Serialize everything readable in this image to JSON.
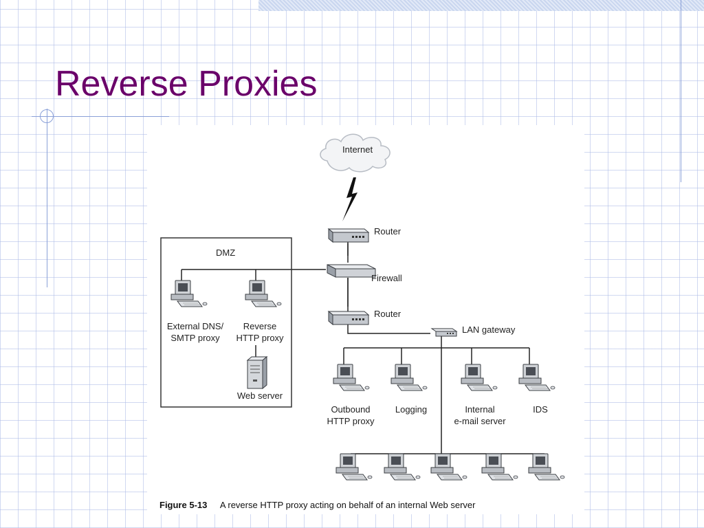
{
  "slide": {
    "title": "Reverse Proxies"
  },
  "diagram": {
    "internet": "Internet",
    "router_top": "Router",
    "firewall": "Firewall",
    "router_bottom": "Router",
    "lan_gateway": "LAN gateway",
    "dmz": "DMZ",
    "dmz_dns_line1": "External DNS/",
    "dmz_dns_line2": "SMTP proxy",
    "dmz_reverse_line1": "Reverse",
    "dmz_reverse_line2": "HTTP proxy",
    "web_server": "Web server",
    "outbound_line1": "Outbound",
    "outbound_line2": "HTTP proxy",
    "logging": "Logging",
    "internal_email_line1": "Internal",
    "internal_email_line2": "e-mail server",
    "ids": "IDS"
  },
  "caption": {
    "label": "Figure 5-13",
    "text": "A reverse HTTP proxy acting on behalf of an internal Web server"
  },
  "icons": [
    "cloud-icon",
    "lightning-icon",
    "router-icon",
    "firewall-icon",
    "workstation-icon",
    "server-tower-icon",
    "gateway-icon"
  ]
}
